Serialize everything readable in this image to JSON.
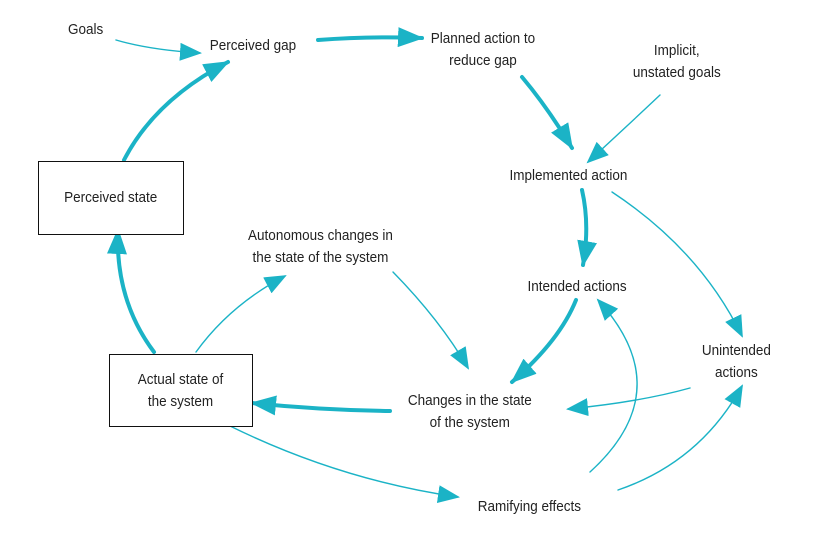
{
  "colors": {
    "arrow": "#1bb3c6",
    "text": "#222222",
    "box_border": "#111111"
  },
  "nodes": {
    "goals": "Goals",
    "perceived_gap": "Perceived gap",
    "planned_action_1": "Planned action to",
    "planned_action_2": "reduce gap",
    "implicit_goals_1": "Implicit,",
    "implicit_goals_2": "unstated goals",
    "perceived_state": "Perceived state",
    "implemented_action": "Implemented action",
    "autonomous_1": "Autonomous changes in",
    "autonomous_2": "the state of the system",
    "intended_actions": "Intended actions",
    "unintended_1": "Unintended",
    "unintended_2": "actions",
    "actual_state_1": "Actual state of",
    "actual_state_2": "the system",
    "changes_1": "Changes in the state",
    "changes_2": "of the system",
    "ramifying_effects": "Ramifying effects"
  }
}
